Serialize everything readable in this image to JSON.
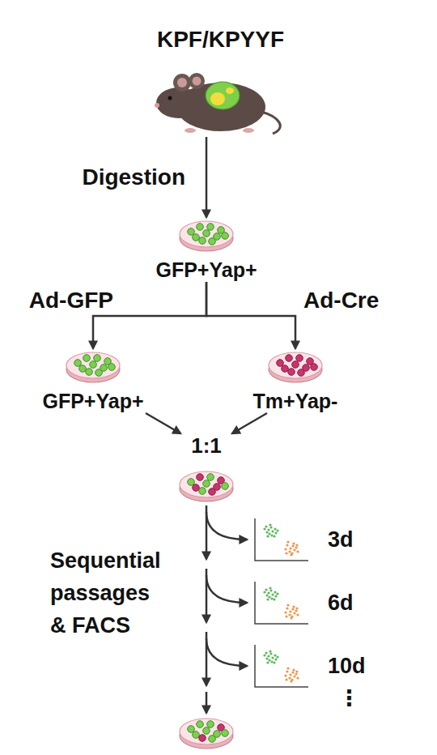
{
  "diagram": {
    "nodes": [
      {
        "text": [
          "KPF/KPYYF"
        ]
      },
      {
        "text": [
          "GFP+Yap+"
        ]
      },
      {
        "text": [
          "GFP+Yap+"
        ]
      },
      {
        "text": [
          "Tm+Yap-"
        ]
      },
      {
        "text": [
          "1:1"
        ]
      }
    ],
    "edges": [
      {
        "from": 0,
        "to": 1,
        "arrow": "to",
        "label": "Digestion"
      },
      {
        "from": 1,
        "to": 2,
        "arrow": "to",
        "label": "Ad-GFP"
      },
      {
        "from": 1,
        "to": 3,
        "arrow": "to",
        "label": "Ad-Cre"
      },
      {
        "from": 2,
        "to": 4,
        "arrow": "to"
      },
      {
        "from": 3,
        "to": 4,
        "arrow": "to"
      }
    ],
    "labels": [
      "Sequential passages & FACS",
      "3d",
      "6d",
      "10d",
      "⋮"
    ]
  }
}
